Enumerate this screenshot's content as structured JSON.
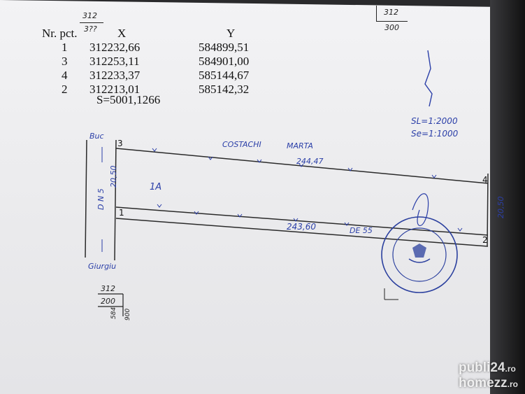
{
  "table": {
    "headers": [
      "Nr. pct.",
      "X",
      "Y"
    ],
    "rows": [
      [
        "1",
        "312232,66",
        "584899,51"
      ],
      [
        "3",
        "312253,11",
        "584901,00"
      ],
      [
        "4",
        "312233,37",
        "585144,67"
      ],
      [
        "2",
        "312213,01",
        "585142,32"
      ]
    ]
  },
  "area": "S=5001,1266",
  "sheet_top_left": {
    "top": "312",
    "bottom": "3??"
  },
  "sheet_top_right": {
    "top": "312",
    "bottom": "300"
  },
  "sheet_bottom_left": {
    "top": "312",
    "bottom": "200",
    "side1": "584",
    "side2": "900"
  },
  "scales": {
    "sl": "SL=1:2000",
    "se": "Se=1:1000"
  },
  "plan": {
    "neighbor_top": "COSTACHI",
    "neighbor_top2": "MARTA",
    "length_top": "244,47",
    "length_bottom": "243,60",
    "road": "DE 55",
    "width_left": "20,50",
    "width_right": "20,50",
    "lot": "1A",
    "road_top": "Buc",
    "road_bottom": "Giurgiu",
    "road_side": "D N 5",
    "point_labels": [
      "3",
      "1",
      "4",
      "2"
    ]
  },
  "colors": {
    "ink": "#2b3fa8",
    "print": "#111111",
    "stamp": "#2a3f9e"
  },
  "watermark": {
    "brand1": "publi24",
    "brand1_tld": ".ro",
    "brand2": "homezz",
    "brand2_tld": ".ro"
  }
}
